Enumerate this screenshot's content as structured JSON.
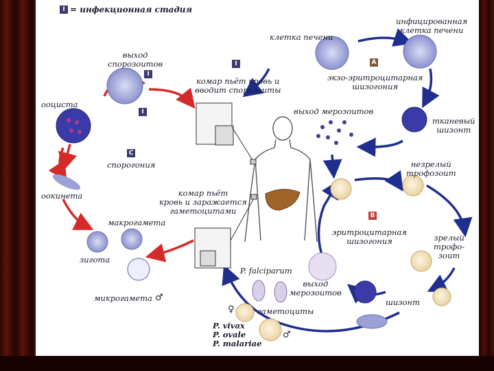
{
  "legend": {
    "marker": "I",
    "text": "= инфекционная стадия"
  },
  "stage_tags": {
    "exo": "A",
    "ery": "B",
    "sporo": "C",
    "infect": "I"
  },
  "labels": {
    "sporozoite_exit": "выход\nспорозоитов",
    "mosquito_bite_inject": "комар пьёт кровь и\nвводит спорозоиты",
    "liver_cell": "клетка печени",
    "infected_liver_cell": "инфицированная\nклетка печени",
    "exo_erythrocytic": "экзо-эритроцитарная\nшизогония",
    "merozoite_exit_1": "выход мерозоитов",
    "tissue_schizont": "тканевый\nшизонт",
    "oocyst": "ооциста",
    "sporogony": "спорогония",
    "ookinete": "оокинета",
    "mosquito_bite_infect": "комар пьёт\nкровь и заражается\nгаметоцитами",
    "macrogamete": "макрогамета",
    "zygote": "зигота",
    "microgamete": "микрогамета",
    "immature_trophozoite": "незрелый\nтрофозоит",
    "erythrocytic": "эритроцитарная\nшизогония",
    "mature_trophozoite": "зрелый\nтрофо-\nзоит",
    "p_falciparum": "P. falciparum",
    "merozoite_exit_2": "выход\nмерозоитов",
    "schizont": "шизонт",
    "gametocytes": "гаметоциты",
    "species_list": "P. vivax\nP. ovale\nP. malariae"
  },
  "symbols": {
    "female": "♀",
    "male": "♂"
  },
  "colors": {
    "sporogony_arrow": "#d42a2a",
    "human_cycle_arrow": "#1f2f8f",
    "cell_blue": "#3a3aa8",
    "cell_purple": "#6a2a8a",
    "liver": "#a0642a"
  }
}
